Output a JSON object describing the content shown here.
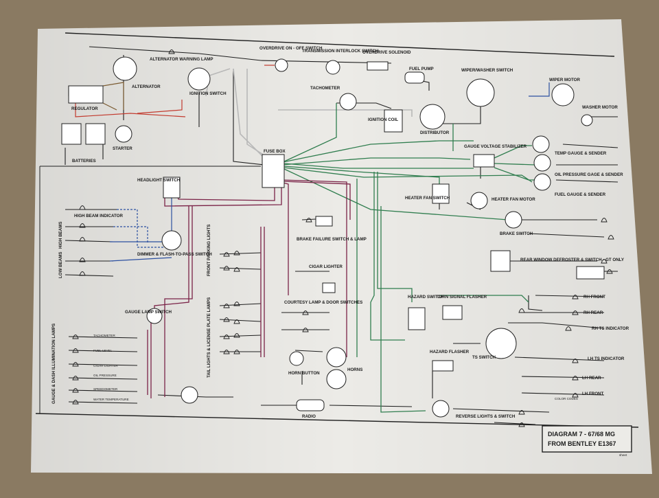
{
  "colors": {
    "table": "#8a7a62",
    "paper": "#ecebe7",
    "black": "#1e1e1e",
    "red": "#c23a2e",
    "maroon": "#7a2247",
    "green": "#2f7d4e",
    "blue": "#2b4fa0",
    "brown": "#7a5a30",
    "white_wire": "#b8b8b8",
    "yellow": "#d7b93a"
  },
  "labels": {
    "alternator_warning_lamp": "ALTERNATOR WARNING LAMP",
    "alternator": "ALTERNATOR",
    "regulator": "REGULATOR",
    "batteries": "BATTERIES",
    "starter": "STARTER",
    "ignition_switch": "IGNITION SWITCH",
    "overdrive_switch": "OVERDRIVE ON - OFF SWITCH",
    "transmission_interlock": "TRANSMISSION INTERLOCK SWITCH",
    "overdrive_solenoid": "OVERDRIVE SOLENOID",
    "fuel_pump": "FUEL PUMP",
    "tachometer": "TACHOMETER",
    "ignition_coil": "IGNITION COIL",
    "distributor": "DISTRIBUTOR",
    "wiper_washer_switch": "WIPER/WASHER SWITCH",
    "wiper_motor": "WIPER MOTOR",
    "washer_motor": "WASHER MOTOR",
    "fuse_box": "FUSE BOX",
    "gauge_voltage_stabilizer": "GAUGE VOLTAGE STABILIZER",
    "temp_gauge": "TEMP GAUGE & SENDER",
    "oil_pressure_gauge": "OIL PRESSURE GAGE & SENDER",
    "fuel_gauge": "FUEL GAUGE & SENDER",
    "heater_fan_switch": "HEATER FAN SWITCH",
    "heater_fan_motor": "HEATER FAN MOTOR",
    "headlight_switch": "HEADLIGHT SWITCH",
    "high_beam_indicator": "HIGH BEAM INDICATOR",
    "high_beams": "HIGH BEAMS",
    "low_beams": "LOW BEAMS",
    "dimmer_switch": "DIMMER & FLASH-TO-PASS SWITCH",
    "front_parking_lights": "FRONT PARKING LIGHTS",
    "brake_failure_switch": "BRAKE FAILURE SWITCH & LAMP",
    "cigar_lighter": "CIGAR LIGHTER",
    "courtesy_lamp": "COURTESY LAMP & DOOR SWITCHES",
    "brake_switch": "BRAKE SWITCH",
    "rear_window_defroster": "REAR WINDOW DEFROSTER & SWITCH - GT ONLY",
    "hazard_switch": "HAZARD SWITCH",
    "turn_signal_flasher": "TURN SIGNAL FLASHER",
    "rh_front": "RH FRONT",
    "rh_rear": "RH REAR",
    "rh_ts_indicator": "RH TS INDICATOR",
    "lh_ts_indicator": "LH TS INDICATOR",
    "lh_rear": "LH REAR",
    "lh_front": "LH FRONT",
    "ts_switch": "TS SWITCH",
    "hazard_flasher": "HAZARD FLASHER",
    "gauge_lamp_switch": "GAUGE LAMP SWITCH",
    "tail_lights": "TAIL LIGHTS & LICENSE PLATE LAMPS",
    "horn_button": "HORN BUTTON",
    "horns": "HORNS",
    "gauge_dash_lamps": "GAUGE & DASH ILLUMINATION LAMPS",
    "radio": "RADIO",
    "reverse_lights": "REVERSE LIGHTS & SWITCH",
    "tachometer_lamp": "TACHOMETER",
    "fuel_level": "FUEL LEVEL",
    "cigar_lighter_lamp": "CIGAR LIGHTER",
    "oil_pressure_lamp": "OIL PRESSURE",
    "speedometer": "SPEEDOMETER",
    "water_temperature": "WATER TEMPERATURE",
    "color_codes": "COLOR CODES",
    "title_line1": "DIAGRAM 7 - 67/68 MG",
    "title_line2": "FROM BENTLEY E1367",
    "footer_small": "sheet"
  }
}
